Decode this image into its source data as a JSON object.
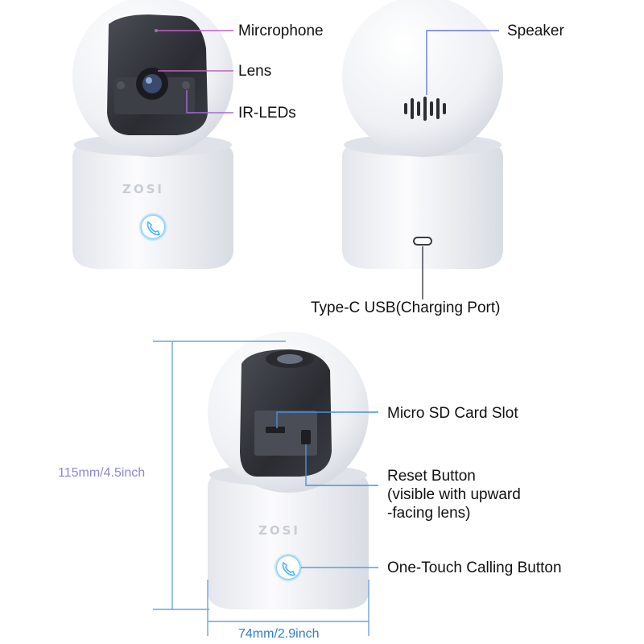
{
  "labels": {
    "microphone": "Mircrophone",
    "lens": "Lens",
    "ir_leds": "IR-LEDs",
    "speaker": "Speaker",
    "type_c": "Type-C USB(Charging Port)",
    "micro_sd": "Micro SD Card Slot",
    "reset_line1": "Reset Button",
    "reset_line2": "(visible with upward",
    "reset_line3": "-facing lens)",
    "calling_button": "One-Touch Calling Button"
  },
  "dimensions": {
    "height": "115mm/4.5inch",
    "width": "74mm/2.9inch"
  },
  "brand": "ZOSI",
  "colors": {
    "height_text": "#8f86d6",
    "width_text": "#2f7fc6",
    "microphone_line": "#c05fc5",
    "lens_line": "#c05fc5",
    "ir_line": "#a56ad3",
    "speaker_line": "#6f79d6",
    "sd_line": "#4a8fe0",
    "call_line": "#4aa3e6",
    "dimension_line": "#6fa2de",
    "call_glow": "#49b6f5"
  }
}
